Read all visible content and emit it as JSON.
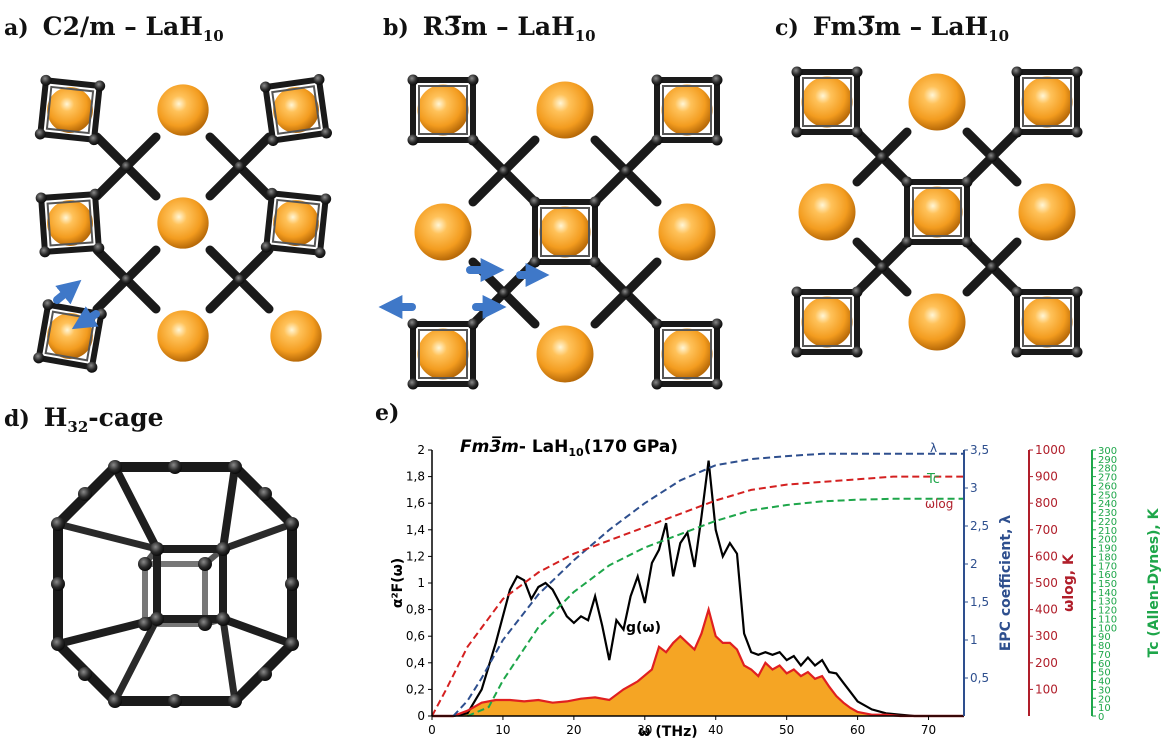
{
  "panels": {
    "a": {
      "tag": "a)",
      "title_pre": "C2/m – LaH",
      "title_sub": "10"
    },
    "b": {
      "tag": "b)",
      "title_pre": "R3̅m – LaH",
      "title_sub": "10"
    },
    "c": {
      "tag": "c)",
      "title_pre": "Fm3̅m – LaH",
      "title_sub": "10"
    },
    "d": {
      "tag": "d)",
      "title_pre": "H",
      "title_sub": "32",
      "title_post": "-cage"
    },
    "e": {
      "tag": "e)"
    }
  },
  "chart_data": {
    "type": "line",
    "title": "Fm3̅m- LaH10(170 GPa)",
    "title_parts": {
      "phase": "Fm3̅m",
      "dash": "- LaH",
      "sub": "10",
      "rest": "(170 GPa)"
    },
    "xlabel": "ω (THz)",
    "ylabel": "α²F(ω)",
    "xlim": [
      0,
      75
    ],
    "ylim": [
      0,
      2
    ],
    "x_ticks": [
      "0",
      "10",
      "20",
      "30",
      "40",
      "50",
      "60",
      "70"
    ],
    "y_ticks": [
      "0",
      "0,2",
      "0,4",
      "0,6",
      "0,8",
      "1",
      "1,2",
      "1,4",
      "1,6",
      "1,8",
      "2"
    ],
    "right_axes": [
      {
        "name": "lambda",
        "label": "EPC coefficient,  λ",
        "color": "#2e4f8e",
        "lim": [
          0,
          3.5
        ],
        "ticks": [
          "0,5",
          "1",
          "1,5",
          "2",
          "2,5",
          "3",
          "3,5"
        ]
      },
      {
        "name": "omega_log",
        "label": "ωlog, K",
        "color": "#b01e2a",
        "lim": [
          0,
          1000
        ],
        "ticks": [
          "100",
          "200",
          "300",
          "400",
          "500",
          "600",
          "700",
          "800",
          "900",
          "1000"
        ]
      },
      {
        "name": "tc",
        "label": "Tc (Allen-Dynes), K",
        "color": "#1ea64a",
        "lim": [
          0,
          300
        ],
        "ticks": [
          "0",
          "10",
          "20",
          "30",
          "40",
          "50",
          "60",
          "70",
          "80",
          "90",
          "100",
          "110",
          "120",
          "130",
          "140",
          "150",
          "160",
          "170",
          "180",
          "190",
          "200",
          "210",
          "220",
          "230",
          "240",
          "250",
          "260",
          "270",
          "280",
          "290",
          "300"
        ]
      }
    ],
    "series": [
      {
        "name": "α²F(ω)",
        "color": "#000000",
        "x": [
          0,
          3,
          5,
          7,
          9,
          11,
          12,
          13,
          14,
          15,
          16,
          17,
          18,
          19,
          20,
          21,
          22,
          23,
          24,
          25,
          26,
          27,
          28,
          29,
          30,
          31,
          32,
          33,
          34,
          35,
          36,
          37,
          38,
          39,
          40,
          41,
          42,
          43,
          44,
          45,
          46,
          47,
          48,
          49,
          50,
          51,
          52,
          53,
          54,
          55,
          56,
          57,
          58,
          59,
          60,
          62,
          64,
          66,
          68,
          70,
          72,
          75
        ],
        "y": [
          0,
          0,
          0.02,
          0.2,
          0.55,
          0.95,
          1.05,
          1.02,
          0.88,
          0.97,
          1.0,
          0.95,
          0.85,
          0.75,
          0.7,
          0.75,
          0.72,
          0.9,
          0.68,
          0.42,
          0.72,
          0.65,
          0.9,
          1.05,
          0.85,
          1.15,
          1.25,
          1.45,
          1.05,
          1.3,
          1.38,
          1.12,
          1.5,
          1.92,
          1.4,
          1.2,
          1.3,
          1.22,
          0.62,
          0.48,
          0.46,
          0.48,
          0.46,
          0.48,
          0.42,
          0.45,
          0.38,
          0.44,
          0.38,
          0.42,
          0.33,
          0.32,
          0.25,
          0.18,
          0.11,
          0.05,
          0.02,
          0.01,
          0,
          0,
          0,
          0
        ]
      },
      {
        "name": "g(ω)",
        "color": "#e02020",
        "fill": "#f5a524",
        "x": [
          0,
          3,
          5,
          7,
          9,
          11,
          13,
          15,
          17,
          19,
          21,
          23,
          25,
          27,
          29,
          31,
          32,
          33,
          34,
          35,
          36,
          37,
          38,
          39,
          40,
          41,
          42,
          43,
          44,
          45,
          46,
          47,
          48,
          49,
          50,
          51,
          52,
          53,
          54,
          55,
          56,
          57,
          58,
          59,
          60,
          62,
          64,
          66,
          68,
          70,
          72,
          75
        ],
        "y": [
          0,
          0,
          0.04,
          0.1,
          0.12,
          0.12,
          0.11,
          0.12,
          0.1,
          0.11,
          0.13,
          0.14,
          0.12,
          0.2,
          0.26,
          0.35,
          0.52,
          0.48,
          0.55,
          0.6,
          0.55,
          0.5,
          0.62,
          0.8,
          0.6,
          0.55,
          0.55,
          0.5,
          0.38,
          0.35,
          0.3,
          0.4,
          0.35,
          0.38,
          0.32,
          0.35,
          0.3,
          0.33,
          0.28,
          0.3,
          0.22,
          0.15,
          0.1,
          0.06,
          0.03,
          0.01,
          0.01,
          0,
          0,
          0,
          0,
          0
        ]
      },
      {
        "name": "λ",
        "color": "#2e4f8e",
        "axis": "lambda",
        "x": [
          3,
          5,
          7,
          10,
          15,
          20,
          25,
          30,
          35,
          40,
          45,
          50,
          55,
          60,
          65,
          70,
          75
        ],
        "y": [
          0,
          0.2,
          0.5,
          1.0,
          1.6,
          2.05,
          2.45,
          2.8,
          3.1,
          3.3,
          3.38,
          3.42,
          3.45,
          3.45,
          3.45,
          3.45,
          3.45
        ]
      },
      {
        "name": "ωlog",
        "color": "#d42020",
        "axis": "omega_log",
        "x": [
          0,
          2,
          5,
          10,
          15,
          20,
          25,
          30,
          35,
          40,
          45,
          50,
          55,
          60,
          65,
          70,
          75
        ],
        "y": [
          0,
          100,
          260,
          440,
          540,
          610,
          660,
          710,
          760,
          810,
          850,
          870,
          880,
          890,
          900,
          900,
          900
        ]
      },
      {
        "name": "Tc",
        "color": "#1ea64a",
        "axis": "tc",
        "x": [
          5,
          8,
          10,
          15,
          20,
          25,
          30,
          35,
          40,
          45,
          50,
          55,
          60,
          65,
          70,
          75
        ],
        "y": [
          0,
          10,
          40,
          100,
          140,
          170,
          190,
          205,
          220,
          232,
          238,
          242,
          244,
          245,
          245,
          245
        ]
      }
    ],
    "annotations": [
      {
        "text": "λ",
        "color": "#2e4f8e"
      },
      {
        "text": "Tc",
        "color": "#1ea64a"
      },
      {
        "text": "ωlog",
        "color": "#b01e2a"
      },
      {
        "text": "g(ω)",
        "color": "#000000"
      }
    ]
  },
  "colors": {
    "atom": "#f39c1f",
    "bond": "#1a1a1a",
    "arrow": "#3f78c8"
  }
}
